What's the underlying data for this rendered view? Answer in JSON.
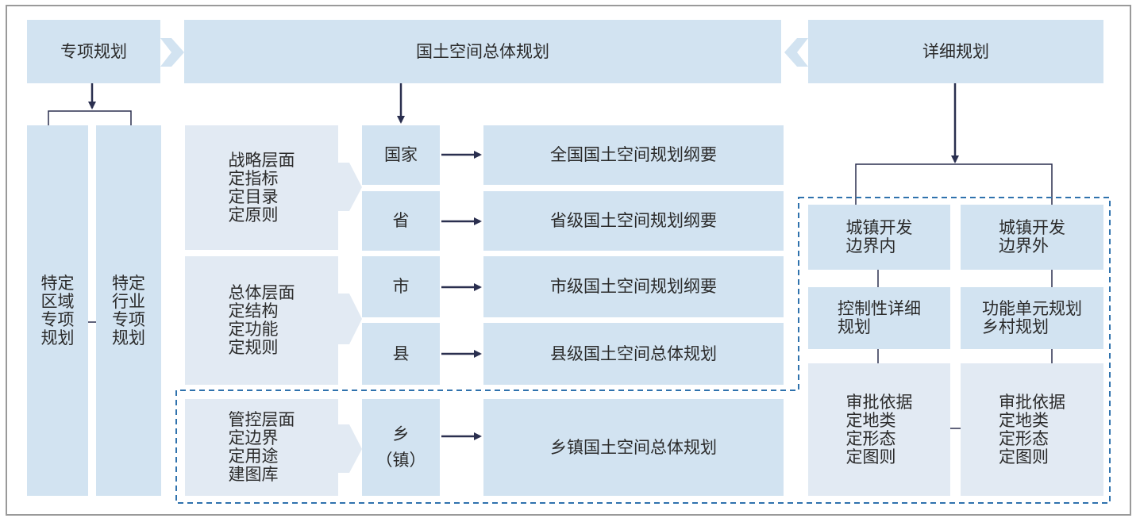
{
  "top": {
    "special": "专项规划",
    "overall": "国土空间总体规划",
    "detailed": "详细规划"
  },
  "special_sub": {
    "region": [
      "特定",
      "区域",
      "专项",
      "规划"
    ],
    "industry": [
      "特定",
      "行业",
      "专项",
      "规划"
    ]
  },
  "levels": {
    "strategic": [
      "战略层面",
      "定指标",
      "定目录",
      "定原则"
    ],
    "overall": [
      "总体层面",
      "定结构",
      "定功能",
      "定规则"
    ],
    "control": [
      "管控层面",
      "定边界",
      "定用途",
      "建图库"
    ]
  },
  "tiers": [
    {
      "name": "国家",
      "plan": "全国国土空间规划纲要"
    },
    {
      "name": "省",
      "plan": "省级国土空间规划纲要"
    },
    {
      "name": "市",
      "plan": "市级国土空间规划纲要"
    },
    {
      "name": "县",
      "plan": "县级国土空间总体规划"
    }
  ],
  "township": {
    "name": [
      "乡",
      "（镇）"
    ],
    "plan": "乡镇国土空间总体规划"
  },
  "detail": {
    "inside": [
      "城镇开发",
      "边界内"
    ],
    "outside": [
      "城镇开发",
      "边界外"
    ],
    "inside_plan": [
      "控制性详细",
      "规划"
    ],
    "outside_plan": [
      "功能单元规划",
      "乡村规划"
    ],
    "inside_basis": [
      "审批依据",
      "定地类",
      "定形态",
      "定图则"
    ],
    "outside_basis": [
      "审批依据",
      "定地类",
      "定形态",
      "定图则"
    ]
  },
  "colors": {
    "box_primary": "#d2e3f1",
    "box_secondary": "#dde7f1",
    "arrow": "#2a2f4f",
    "dashed_border": "#2f72ad",
    "frame": "#9a9a9a"
  }
}
